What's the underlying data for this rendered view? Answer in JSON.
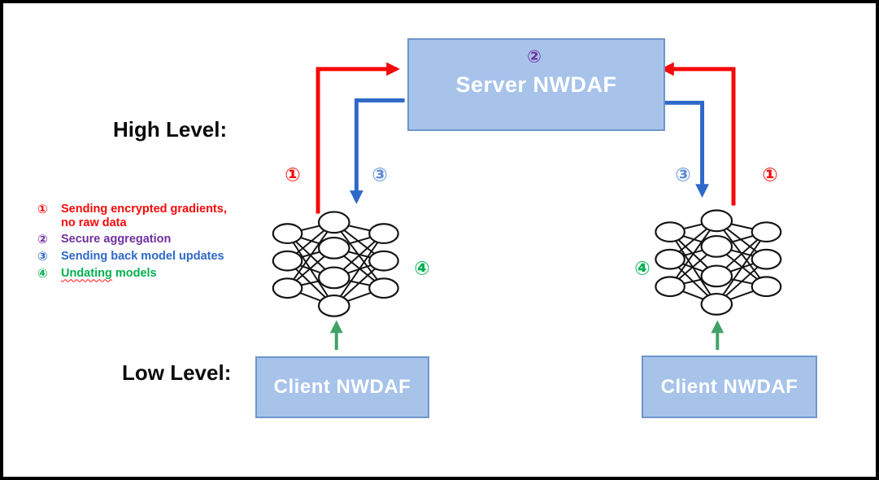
{
  "title_labels": {
    "high_level": "High Level:",
    "low_level": "Low Level:"
  },
  "boxes": {
    "server": "Server NWDAF",
    "client_left": "Client NWDAF",
    "client_right": "Client NWDAF"
  },
  "step_markers": {
    "one": "①",
    "two": "②",
    "three": "③",
    "four": "④"
  },
  "legend": {
    "items": [
      {
        "num": "①",
        "line1": "Sending encrypted gradients,",
        "line2": "no raw data"
      },
      {
        "num": "②",
        "text": "Secure aggregation"
      },
      {
        "num": "③",
        "text": "Sending back model updates"
      },
      {
        "num": "④",
        "word": "Undating",
        "rest": " models"
      }
    ]
  },
  "colors": {
    "red": "#f60909",
    "blue": "#2e68c8",
    "blue-light": "#5b8bd9",
    "purple": "#7030a0",
    "green": "#00b050",
    "green-arrow": "#3fa268",
    "box-fill": "#a7c3ea",
    "box-border": "#6d96cc",
    "ink": "#141414"
  }
}
